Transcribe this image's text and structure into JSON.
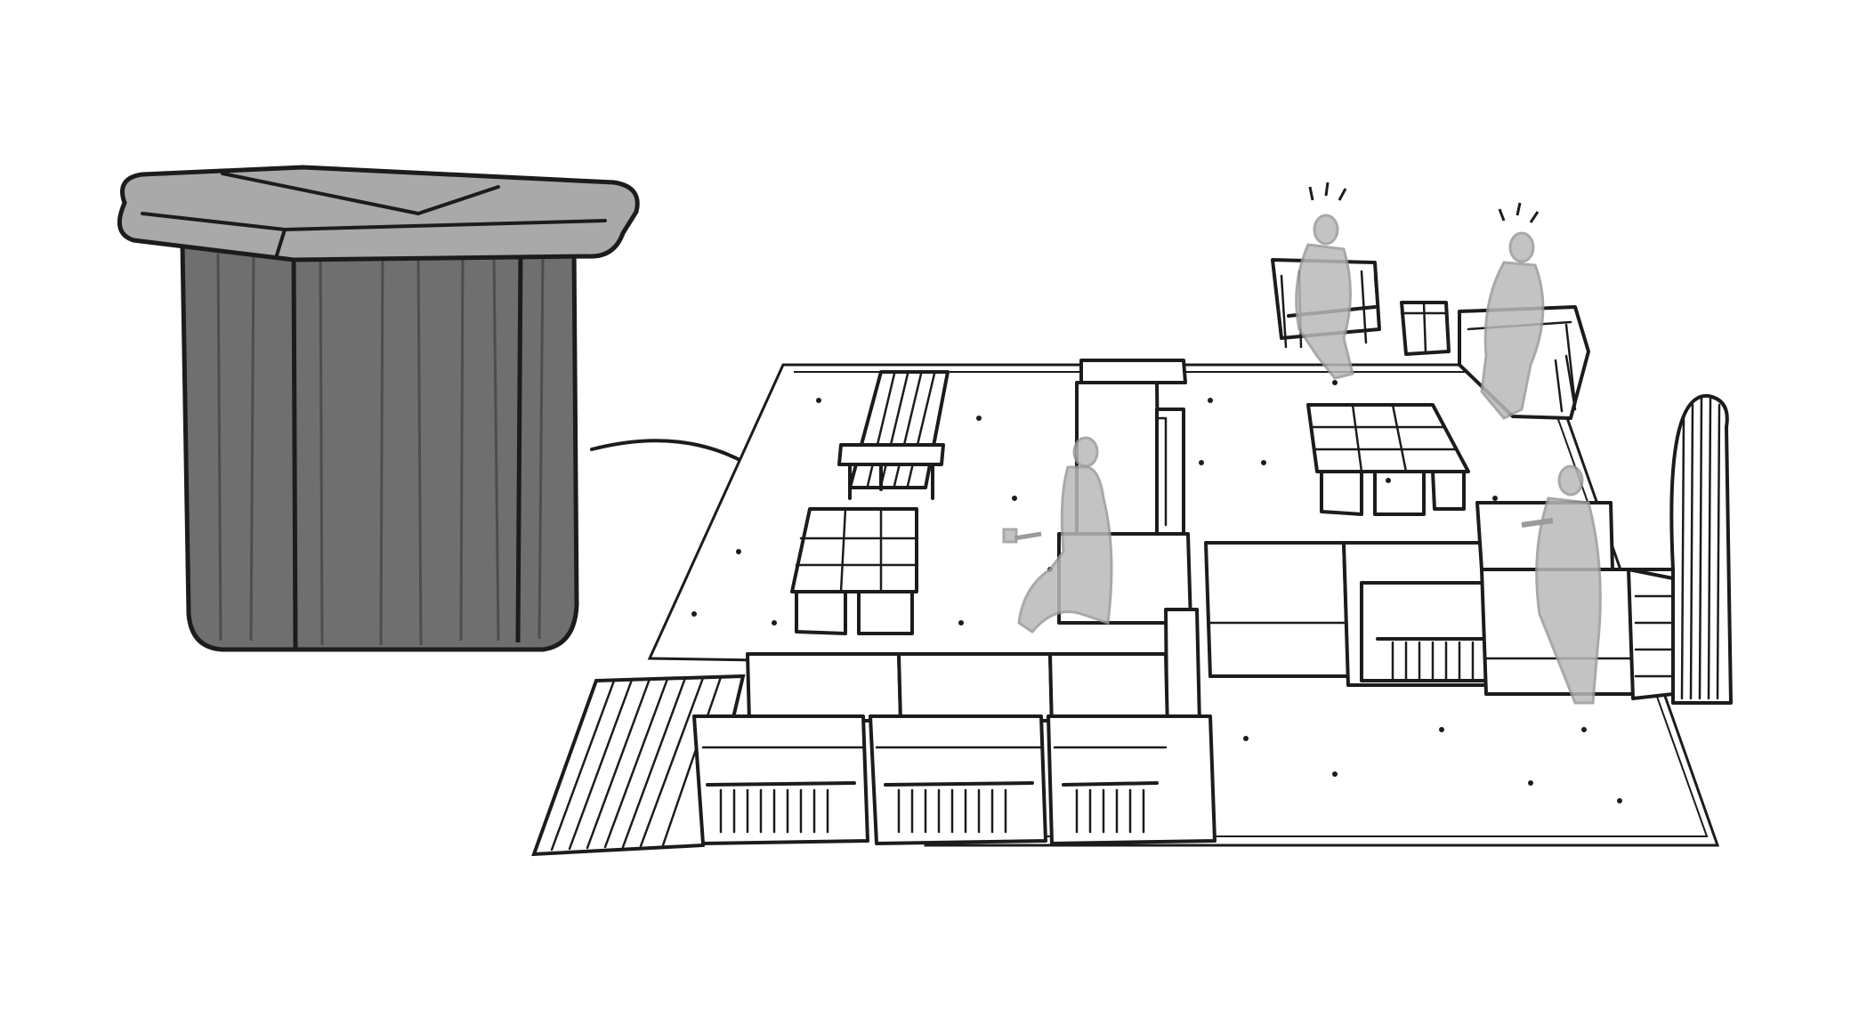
{
  "scene": {
    "detail_object": "side-table",
    "main_object": "lounge-layout",
    "colors": {
      "background": "#ffffff",
      "ink": "#1c1c1c",
      "table_top": "#a9a9a9",
      "table_body": "#6f6f6f",
      "person": "#b9b9b9"
    },
    "people_count": 4,
    "cube_table_count": 2
  }
}
